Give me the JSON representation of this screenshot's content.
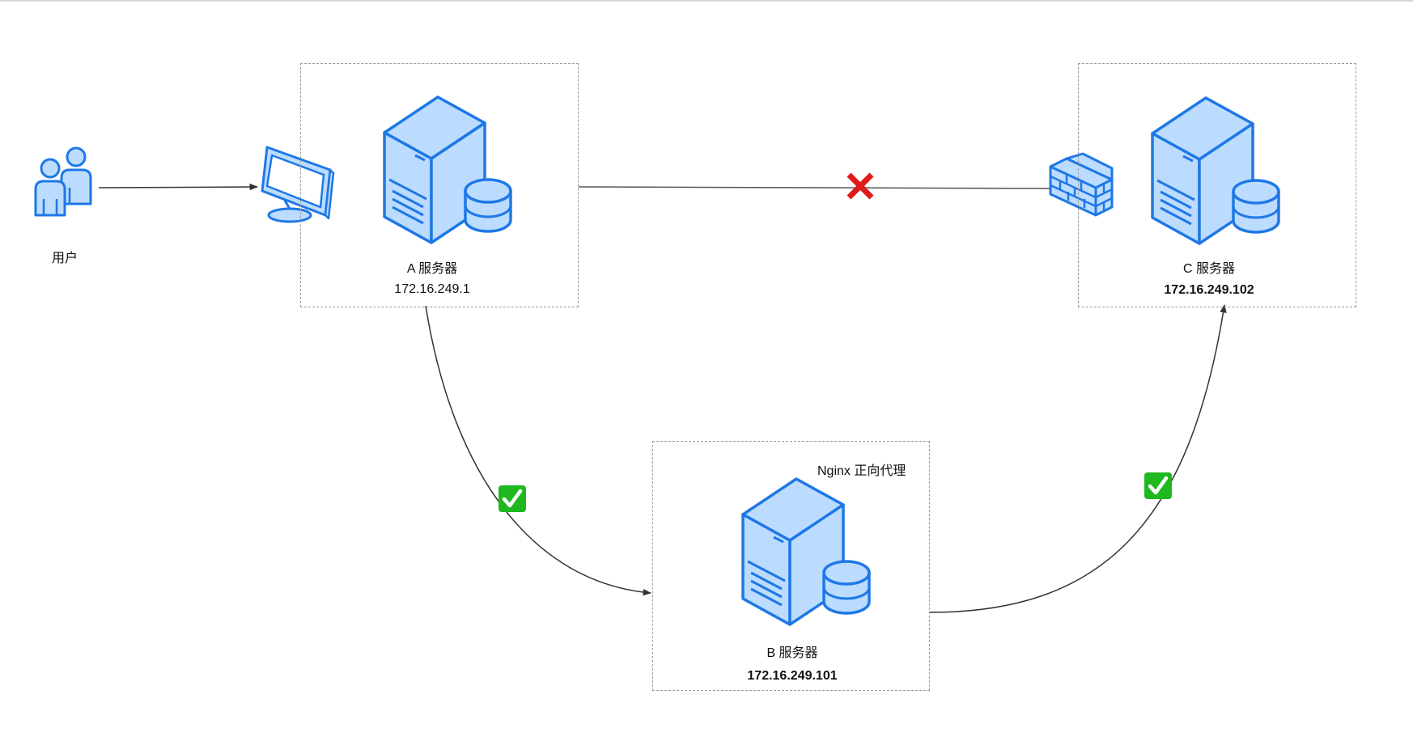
{
  "colors": {
    "icon_fill": "#bcdcff",
    "icon_stroke": "#1e78e6",
    "connector": "#333333",
    "cross": "#e01b1b",
    "check_bg": "#1fb81f",
    "check_mark": "#ffffff",
    "box_border": "#9a9a9a"
  },
  "user": {
    "label": "用户",
    "icon": "users-icon"
  },
  "client": {
    "icon": "monitor-icon"
  },
  "server_a": {
    "name": "A 服务器",
    "ip": "172.16.249.1",
    "icon": "server-database-icon"
  },
  "server_b": {
    "name": "B 服务器",
    "ip": "172.16.249.101",
    "role": "Nginx 正向代理",
    "icon": "server-database-icon"
  },
  "server_c": {
    "name": "C 服务器",
    "ip": "172.16.249.102",
    "icon": "server-database-icon"
  },
  "firewall": {
    "icon": "firewall-icon"
  },
  "links": [
    {
      "from": "用户",
      "to": "client",
      "status": "arrow"
    },
    {
      "from": "A 服务器",
      "to": "C 服务器",
      "status": "blocked",
      "marker": "cross-icon"
    },
    {
      "from": "A 服务器",
      "to": "B 服务器",
      "status": "allowed",
      "marker": "check-icon"
    },
    {
      "from": "B 服务器",
      "to": "C 服务器",
      "status": "allowed",
      "marker": "check-icon"
    }
  ]
}
